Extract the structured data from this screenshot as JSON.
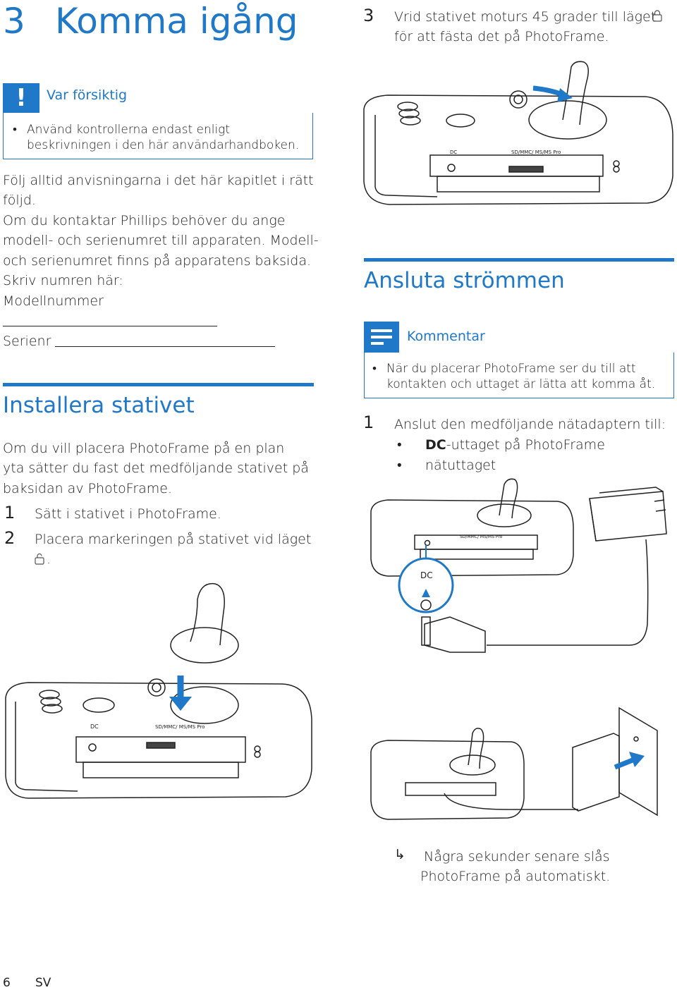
{
  "chapter": {
    "number": "3",
    "title": "Komma igång"
  },
  "caution": {
    "label": "Var försiktig",
    "icon": "exclamation-icon",
    "bullet": "Använd kontrollerna endast enligt",
    "bullet_line2": "beskrivningen i den här användarhandboken."
  },
  "intro": {
    "line1": "Följ alltid anvisningarna i det här kapitlet i rätt",
    "line2": "följd.",
    "line3": "Om du kontaktar Phillips behöver du ange",
    "line4": "modell- och serienumret till apparaten. Modell-",
    "line5": "och serienumret finns på apparatens baksida.",
    "line6": "Skriv numren här:",
    "model_label": "Modellnummer",
    "serial_label": "Serienr"
  },
  "install": {
    "title": "Installera stativet",
    "line1": "Om du vill placera PhotoFrame på en plan",
    "line2": "yta sätter du fast det medföljande stativet på",
    "line3": "baksidan av PhotoFrame.",
    "step1_num": "1",
    "step1": "Sätt i stativet i PhotoFrame.",
    "step2_num": "2",
    "step2": "Placera markeringen på stativet vid läget",
    "step2_end": "."
  },
  "step3": {
    "num": "3",
    "line1": "Vrid stativet moturs 45 grader till läget",
    "line2": "för att fästa det på PhotoFrame."
  },
  "power": {
    "title": "Ansluta strömmen",
    "note_label": "Kommentar",
    "note_line1": "När du placerar PhotoFrame ser du till att",
    "note_line2": "kontakten och uttaget är lätta att komma åt.",
    "step1_num": "1",
    "step1": "Anslut den medföljande nätadaptern till:",
    "bullet1_bold": "DC",
    "bullet1_rest": "-uttaget på PhotoFrame",
    "bullet2": "nätuttaget",
    "result_arrow": "↳",
    "result_line1": "Några sekunder senare slås",
    "result_line2": "PhotoFrame på automatiskt."
  },
  "illustration_labels": {
    "dc": "DC",
    "slot": "SD/MMC/ MS/MS Pro"
  },
  "footer": {
    "page": "6",
    "lang": "SV"
  }
}
